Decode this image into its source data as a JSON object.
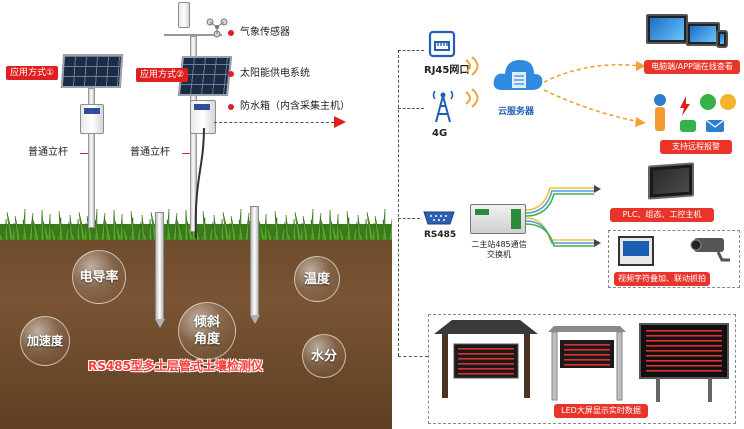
{
  "scene": {
    "app_mode_1": "应用方式①",
    "app_mode_2": "应用方式②",
    "weather_sensor": "气象传感器",
    "solar_system": "太阳能供电系统",
    "waterproof_box": "防水箱（内含采集主机）",
    "pole_1": "普通立杆",
    "pole_2": "普通立杆",
    "title": "RS485型多土层管式土壤检测仪"
  },
  "bubbles": {
    "conductivity": "电导率",
    "temperature": "温度",
    "tilt": "倾斜角度",
    "acceleration": "加速度",
    "moisture": "水分"
  },
  "network": {
    "rj45": "RJ45网口",
    "g4": "4G",
    "cloud": "云服务器",
    "rs485": "RS485",
    "switch": "二主站485通信交换机"
  },
  "outputs": {
    "pc_app": "电脑端/APP端在线查看",
    "remote_alarm": "支持远程报警",
    "plc": "PLC、组态、工控主机",
    "video": "视频字符叠加、联动抓拍",
    "led": "LED大屏显示实时数据"
  },
  "colors": {
    "accent_red": "#e8342b",
    "soil": "#6b4a2a",
    "grass": "#4e9a2a"
  }
}
